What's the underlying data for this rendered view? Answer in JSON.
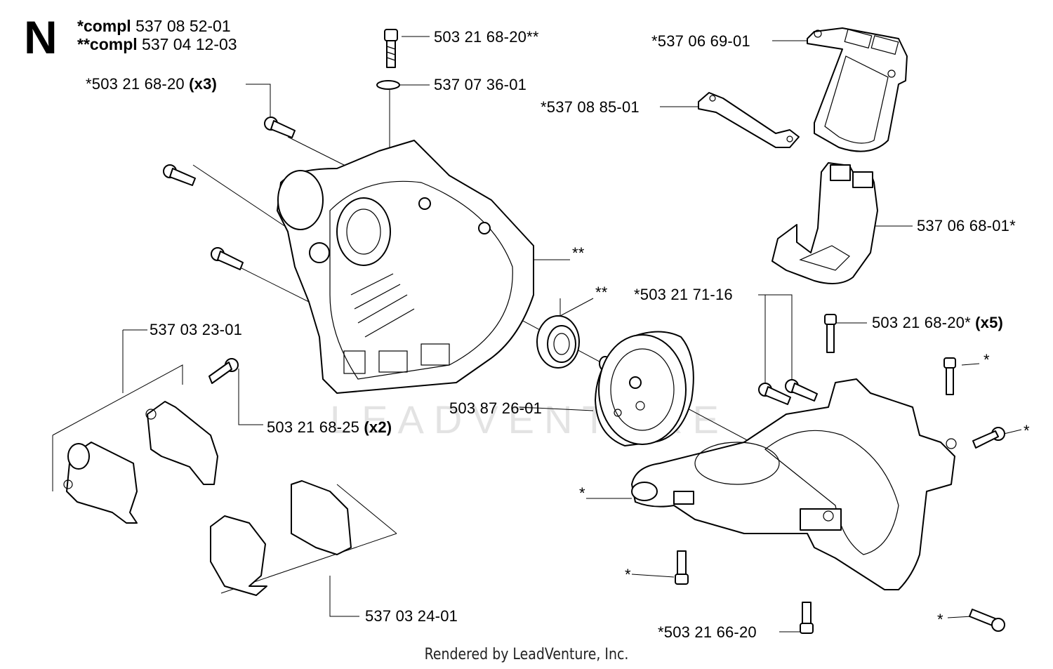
{
  "section": {
    "letter": "N"
  },
  "complete_assemblies": [
    {
      "mark": "*compl",
      "number": "537 08 52-01"
    },
    {
      "mark": "**compl",
      "number": "537 04 12-03"
    }
  ],
  "callouts": {
    "screw_top": {
      "text": "503 21 68-20**"
    },
    "ring": {
      "text": "537 07 36-01"
    },
    "screw_x3": {
      "text": "*503 21 68-20",
      "qty": "(x3)"
    },
    "cover_top": {
      "text": "*537 06 69-01"
    },
    "gasket": {
      "text": "*537 08 85-01"
    },
    "cover_bottom": {
      "text": "537 06 68-01*"
    },
    "housing_mark": {
      "text": "**"
    },
    "bearing_mark": {
      "text": "**"
    },
    "screws_pair": {
      "text": "*503 21 71-16"
    },
    "screw_x5": {
      "text": "503 21 68-20*",
      "qty": "(x5)"
    },
    "star_a": {
      "text": "*"
    },
    "star_b": {
      "text": "*"
    },
    "adapter": {
      "text": "537 03 23-01"
    },
    "screw_x2": {
      "text": "503 21 68-25",
      "qty": "(x2)"
    },
    "flywheel": {
      "text": "503 87 26-01"
    },
    "star_c": {
      "text": "*"
    },
    "star_d": {
      "text": "*"
    },
    "star_e": {
      "text": "*"
    },
    "sleeve": {
      "text": "537 03 24-01"
    },
    "screw_bottom": {
      "text": "*503 21 66-20"
    }
  },
  "watermark": "LEADVENTURE",
  "footer": "Rendered by LeadVenture, Inc."
}
